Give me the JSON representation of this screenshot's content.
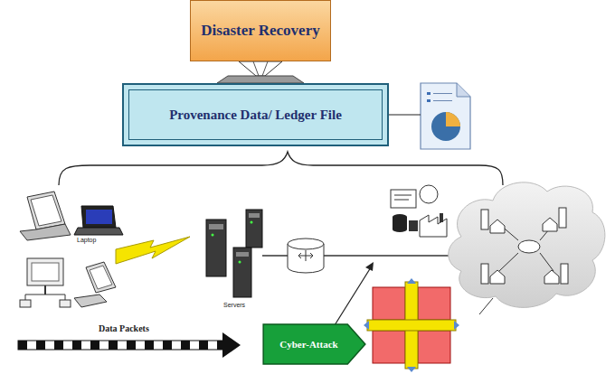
{
  "diagram": {
    "nodes": [
      {
        "text": [
          "Disaster Recovery"
        ]
      },
      {
        "text": [
          "Provenance Data/ Ledger File"
        ]
      },
      {
        "text": [
          "Cyber-Attack"
        ]
      }
    ],
    "edges": [
      {
        "from": 0,
        "to": 1,
        "arrow": "to"
      }
    ],
    "labels": [
      "Laptop",
      "Servers",
      "Data Packets"
    ]
  }
}
